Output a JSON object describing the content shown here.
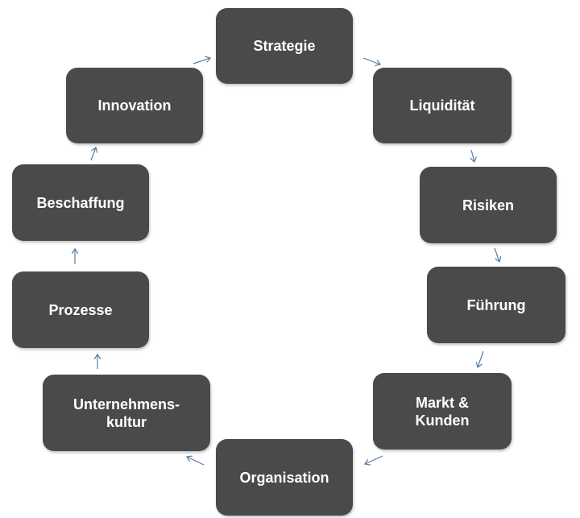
{
  "diagram": {
    "nodes": [
      {
        "id": "strategie",
        "label": "Strategie"
      },
      {
        "id": "liquiditaet",
        "label": "Liquidität"
      },
      {
        "id": "risiken",
        "label": "Risiken"
      },
      {
        "id": "fuehrung",
        "label": "Führung"
      },
      {
        "id": "markt_kunden",
        "label": "Markt &\nKunden"
      },
      {
        "id": "organisation",
        "label": "Organisation"
      },
      {
        "id": "unternehmenskultur",
        "label": "Unternehmens-\nkultur"
      },
      {
        "id": "prozesse",
        "label": "Prozesse"
      },
      {
        "id": "beschaffung",
        "label": "Beschaffung"
      },
      {
        "id": "innovation",
        "label": "Innovation"
      }
    ],
    "colors": {
      "box": "#4a4a4a",
      "text": "#ffffff",
      "arrow": "#5b7aa6"
    }
  }
}
